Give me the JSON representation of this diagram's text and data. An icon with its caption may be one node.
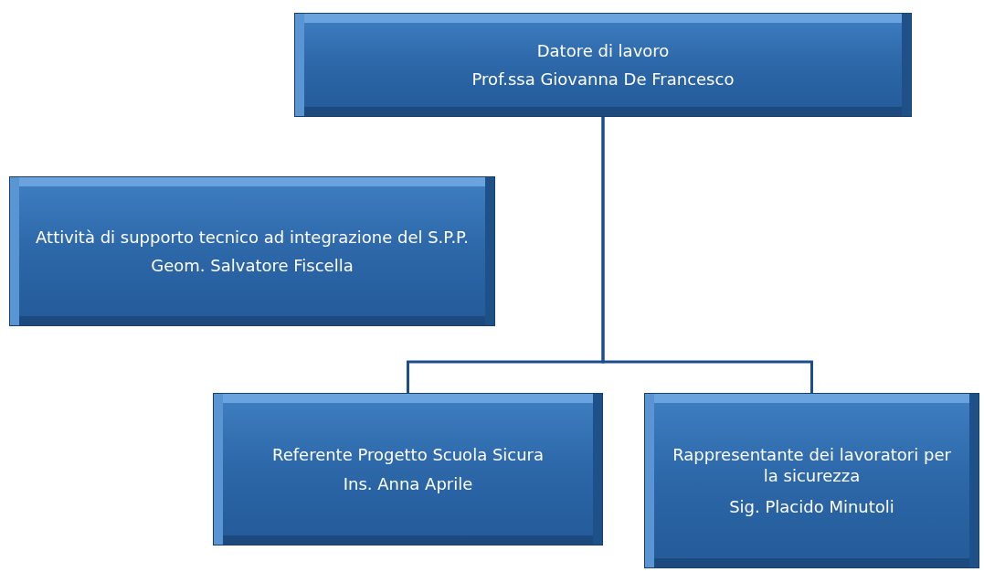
{
  "diagram": {
    "nodes": [
      {
        "text": [
          "Datore di lavoro",
          "Prof.ssa Giovanna De Francesco"
        ]
      },
      {
        "text": [
          "Attività di supporto tecnico ad integrazione del S.P.P.",
          "Geom. Salvatore Fiscella"
        ]
      },
      {
        "text": [
          "Referente Progetto Scuola Sicura",
          "Ins. Anna Aprile"
        ]
      },
      {
        "text": [
          "Rappresentante dei lavoratori per la sicurezza",
          "Sig. Placido Minutoli"
        ]
      }
    ],
    "edges": [
      {
        "from": 0,
        "to": 2,
        "arrow": "none"
      },
      {
        "from": 0,
        "to": 3,
        "arrow": "none"
      }
    ]
  }
}
